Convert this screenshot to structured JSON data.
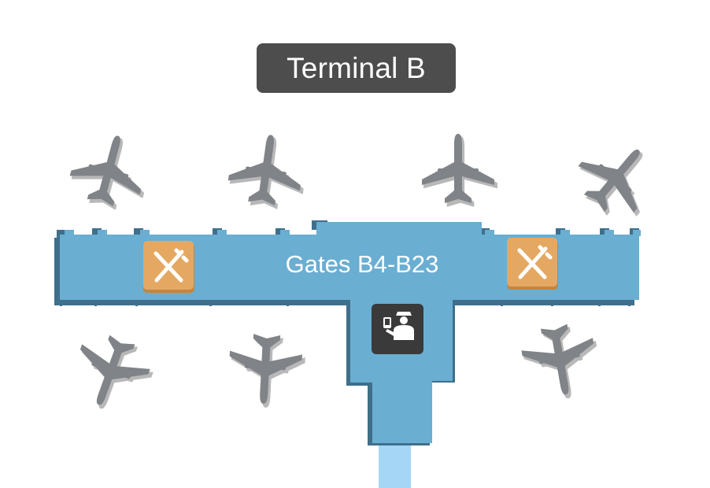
{
  "terminal": {
    "title": "Terminal B"
  },
  "concourse": {
    "label": "Gates B4-B23"
  },
  "amenities": [
    {
      "type": "restaurant",
      "icon": "fork-knife-icon",
      "color": "#e4a862"
    },
    {
      "type": "restaurant",
      "icon": "fork-knife-icon",
      "color": "#e4a862"
    },
    {
      "type": "security-checkpoint",
      "icon": "security-officer-icon",
      "color": "#3a3a3a"
    }
  ],
  "colors": {
    "concourse": "#6aaed2",
    "concourse_shadow": "#3f6f8b",
    "walkway": "#a6d6f5",
    "aircraft": "#808387",
    "aircraft_shadow": "#b8b8b8",
    "title_background": "#4d4d4d"
  }
}
